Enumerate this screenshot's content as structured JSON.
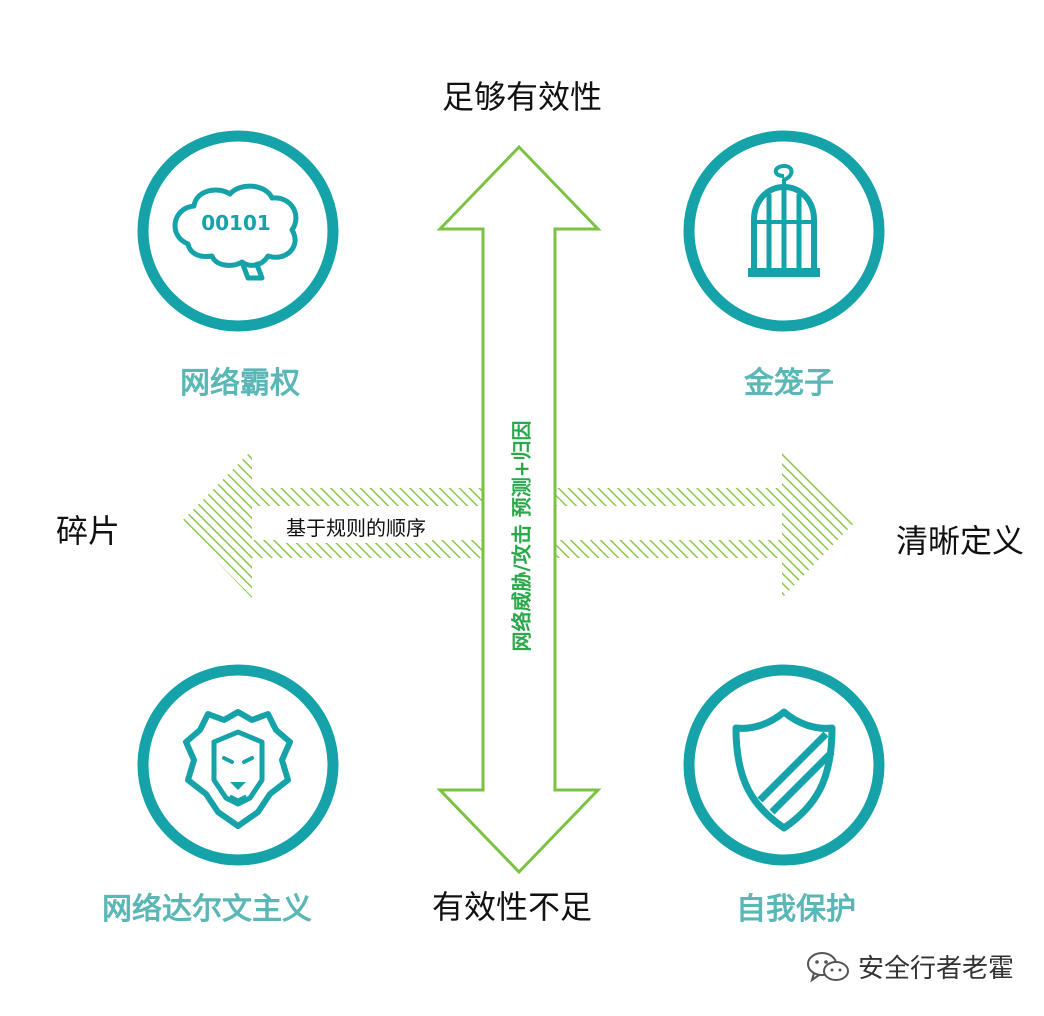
{
  "axis": {
    "top": "足够有效性",
    "bottom": "有效性不足",
    "left": "碎片",
    "right": "清晰定义"
  },
  "band": {
    "label": "基于规则的顺序"
  },
  "vertical_band": {
    "label": "网络威胁/攻击 预测+归因"
  },
  "quadrants": {
    "top_left": {
      "label": "网络霸权",
      "icon": "binary-brain-icon",
      "icon_text": "00101"
    },
    "top_right": {
      "label": "金笼子",
      "icon": "birdcage-icon"
    },
    "bottom_left": {
      "label": "网络达尔文主义",
      "icon": "lion-icon"
    },
    "bottom_right": {
      "label": "自我保护",
      "icon": "shield-icon"
    }
  },
  "watermark": {
    "text": "安全行者老霍",
    "icon": "wechat-icon"
  },
  "colors": {
    "teal": "#15a3a9",
    "teal_text": "#5bb7b6",
    "green_arrow": "#7cc242",
    "green_text": "#2aa84a"
  }
}
